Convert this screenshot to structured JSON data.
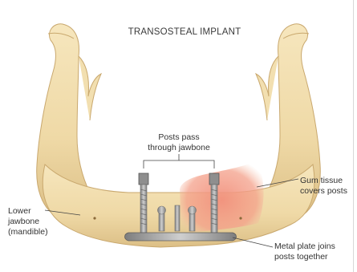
{
  "diagram": {
    "title": "TRANSOSTEAL IMPLANT",
    "labels": {
      "posts_pass": [
        "Posts pass",
        "through jawbone"
      ],
      "gum_tissue": [
        "Gum tissue",
        "covers posts"
      ],
      "lower_jawbone": [
        "Lower",
        "jawbone",
        "(mandible)"
      ],
      "metal_plate": [
        "Metal plate joins",
        "posts together"
      ]
    },
    "colors": {
      "bone": "#f0dcaa",
      "bone_shadow": "#d9bd82",
      "gum": "#ee8a78",
      "metal": "#9a9a9a",
      "leader": "#444444"
    }
  }
}
